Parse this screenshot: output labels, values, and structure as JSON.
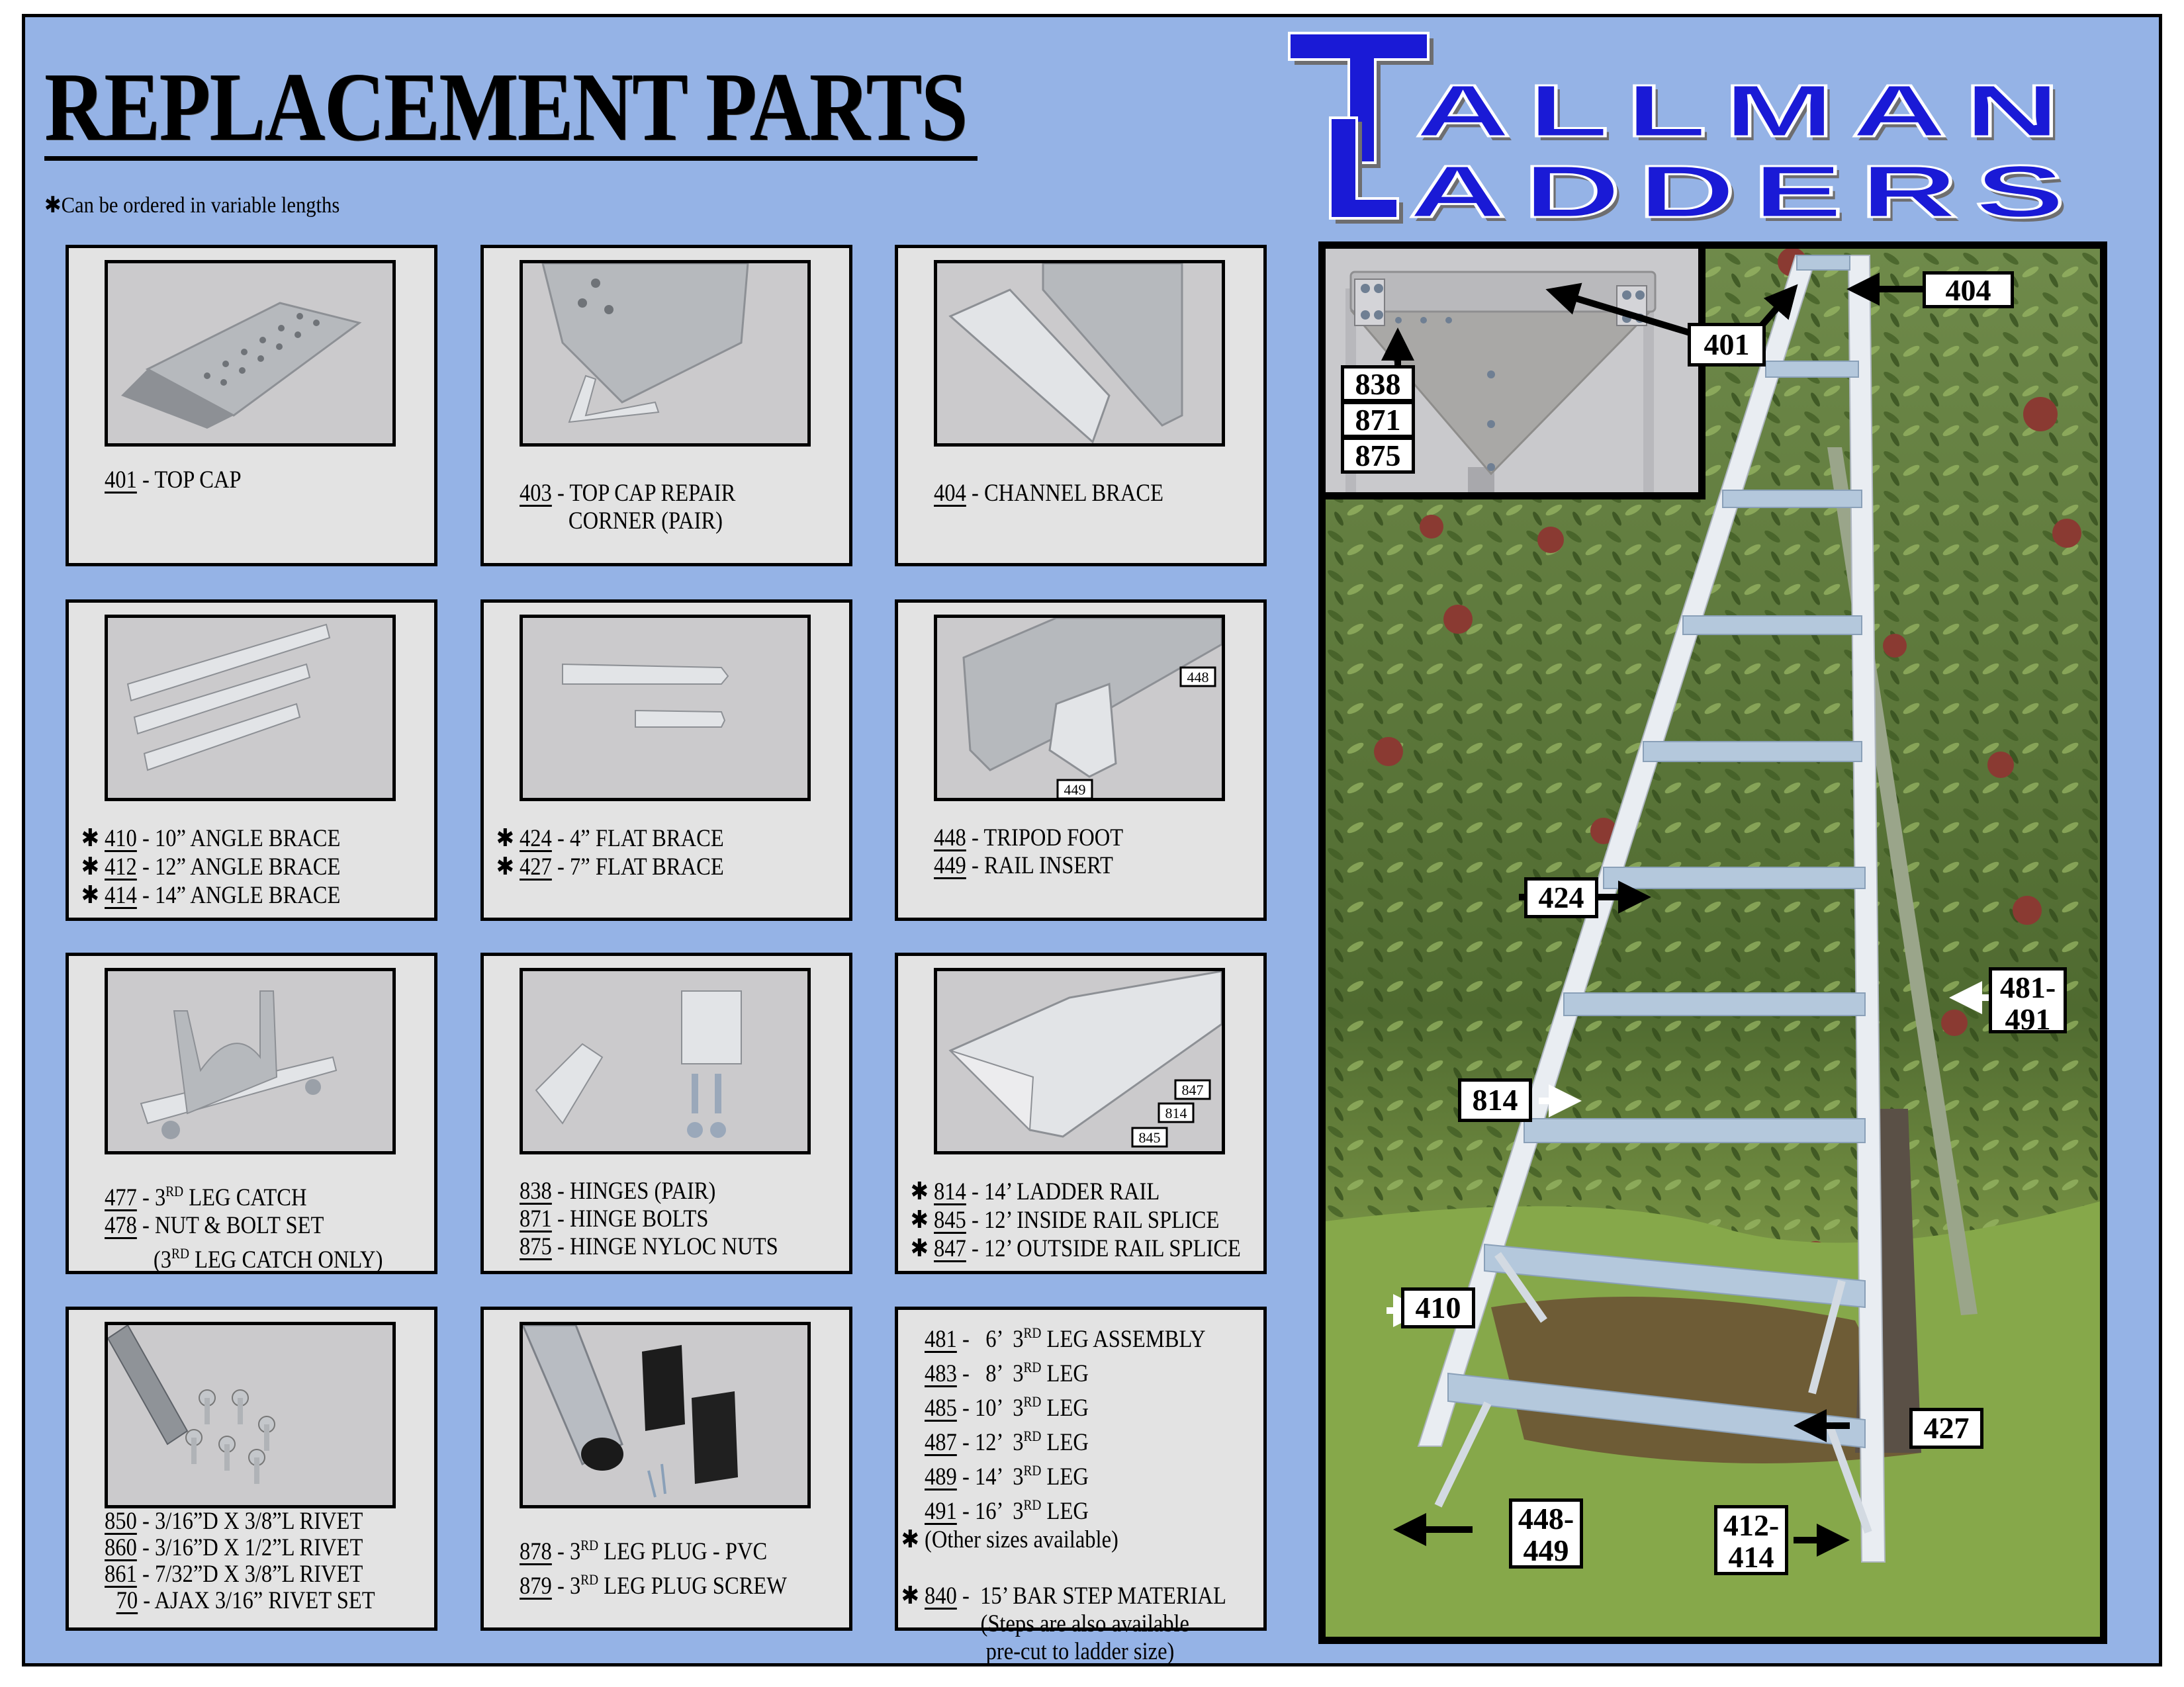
{
  "header": {
    "title": "REPLACEMENT PARTS",
    "note_icon": "asterisk-icon",
    "note_symbol": "✱",
    "note_text": "Can be ordered in variable lengths"
  },
  "logo": {
    "line1_initial": "T",
    "line1_rest": "ALLMAN",
    "line2_initial": "L",
    "line2_rest": "ADDERS",
    "brand_color": "#1a1ad6",
    "shadow_color": "#6e6e70"
  },
  "colors": {
    "page_background": "#95b3e6",
    "card_background": "#e3e3e3",
    "border": "#000000"
  },
  "cards": [
    {
      "id": "card-401",
      "image": "top-cap-photo",
      "lines": [
        {
          "star": false,
          "num": "401",
          "text": " - TOP CAP"
        }
      ]
    },
    {
      "id": "card-403",
      "image": "top-cap-repair-corner-photo",
      "lines": [
        {
          "star": false,
          "num": "403",
          "text": " - TOP CAP REPAIR"
        },
        {
          "star": false,
          "num": "",
          "text": "CORNER (PAIR)",
          "indent": true
        }
      ]
    },
    {
      "id": "card-404",
      "image": "channel-brace-photo",
      "lines": [
        {
          "star": false,
          "num": "404",
          "text": " - CHANNEL BRACE"
        }
      ]
    },
    {
      "id": "card-410",
      "image": "angle-brace-photo",
      "lines": [
        {
          "star": true,
          "num": "410",
          "text": " - 10” ANGLE BRACE"
        },
        {
          "star": true,
          "num": "412",
          "text": " - 12” ANGLE BRACE"
        },
        {
          "star": true,
          "num": "414",
          "text": " - 14” ANGLE BRACE"
        }
      ]
    },
    {
      "id": "card-424",
      "image": "flat-brace-photo",
      "lines": [
        {
          "star": true,
          "num": "424",
          "text": " - 4” FLAT BRACE"
        },
        {
          "star": true,
          "num": "427",
          "text": " - 7” FLAT BRACE"
        }
      ]
    },
    {
      "id": "card-448",
      "image": "tripod-foot-rail-insert-photo",
      "tags": [
        "448",
        "449"
      ],
      "lines": [
        {
          "star": false,
          "num": "448",
          "text": " - TRIPOD FOOT"
        },
        {
          "star": false,
          "num": "449",
          "text": " - RAIL INSERT"
        }
      ]
    },
    {
      "id": "card-477",
      "image": "leg-catch-photo",
      "lines": [
        {
          "star": false,
          "num": "477",
          "pre": " - 3",
          "sup": "RD",
          "text": " LEG CATCH"
        },
        {
          "star": false,
          "num": "478",
          "text": " - NUT & BOLT SET"
        },
        {
          "star": false,
          "num": "",
          "pre": "(3",
          "sup": "RD",
          "text": " LEG CATCH ONLY)",
          "indent": true
        }
      ]
    },
    {
      "id": "card-838",
      "image": "hinges-photo",
      "lines": [
        {
          "star": false,
          "num": "838",
          "text": " - HINGES (PAIR)"
        },
        {
          "star": false,
          "num": "871",
          "text": " - HINGE BOLTS"
        },
        {
          "star": false,
          "num": "875",
          "text": " - HINGE NYLOC NUTS"
        }
      ]
    },
    {
      "id": "card-814",
      "image": "ladder-rail-splice-photo",
      "tags": [
        "847",
        "814",
        "845"
      ],
      "lines": [
        {
          "star": true,
          "num": "814",
          "text": " - 14’ LADDER RAIL"
        },
        {
          "star": true,
          "num": "845",
          "text": " - 12’ INSIDE RAIL SPLICE"
        },
        {
          "star": true,
          "num": "847",
          "text": " - 12’ OUTSIDE RAIL SPLICE"
        }
      ]
    },
    {
      "id": "card-850",
      "image": "rivets-photo",
      "lines": [
        {
          "star": false,
          "num": "850",
          "text": " - 3/16”D X 3/8”L RIVET"
        },
        {
          "star": false,
          "num": "860",
          "text": " - 3/16”D X 1/2”L RIVET"
        },
        {
          "star": false,
          "num": "861",
          "text": " - 7/32”D X 3/8”L RIVET"
        },
        {
          "star": false,
          "num": "70",
          "text": " - AJAX 3/16” RIVET SET",
          "pad": true
        }
      ]
    },
    {
      "id": "card-878",
      "image": "leg-plug-photo",
      "lines": [
        {
          "star": false,
          "num": "878",
          "pre": " - 3",
          "sup": "RD",
          "text": " LEG PLUG - PVC"
        },
        {
          "star": false,
          "num": "879",
          "pre": " - 3",
          "sup": "RD",
          "text": " LEG PLUG SCREW"
        }
      ]
    },
    {
      "id": "card-481",
      "image": null,
      "lines": [
        {
          "star": false,
          "num": "481",
          "pre": " -   6’  3",
          "sup": "RD",
          "text": " LEG ASSEMBLY"
        },
        {
          "star": false,
          "num": "483",
          "pre": " -   8’  3",
          "sup": "RD",
          "text": " LEG"
        },
        {
          "star": false,
          "num": "485",
          "pre": " - 10’  3",
          "sup": "RD",
          "text": " LEG"
        },
        {
          "star": false,
          "num": "487",
          "pre": " - 12’  3",
          "sup": "RD",
          "text": " LEG"
        },
        {
          "star": false,
          "num": "489",
          "pre": " - 14’  3",
          "sup": "RD",
          "text": " LEG"
        },
        {
          "star": false,
          "num": "491",
          "pre": " - 16’  3",
          "sup": "RD",
          "text": " LEG"
        },
        {
          "star": true,
          "num": "",
          "text": "(Other sizes available)"
        },
        {
          "star": false,
          "num": "",
          "text": " "
        },
        {
          "star": true,
          "num": "840",
          "text": " -  15’ BAR STEP MATERIAL"
        },
        {
          "star": false,
          "num": "",
          "text": "(Steps are also available",
          "indent2": true
        },
        {
          "star": false,
          "num": "",
          "text": " pre-cut to ladder size)",
          "indent2": true
        }
      ]
    }
  ],
  "photo_panel": {
    "image": "orchard-tripod-ladder-photo",
    "inset_image": "top-cap-hinge-closeup",
    "callouts": [
      {
        "label": "404",
        "arrow": "left"
      },
      {
        "label": "401",
        "arrow": "up"
      },
      {
        "label": "838",
        "arrow": "up"
      },
      {
        "label": "871",
        "arrow": "none"
      },
      {
        "label": "875",
        "arrow": "none"
      },
      {
        "label": "424",
        "arrow": "right"
      },
      {
        "label": "481-\n491",
        "arrow": "left"
      },
      {
        "label": "814",
        "arrow": "right"
      },
      {
        "label": "410",
        "arrow": "right"
      },
      {
        "label": "427",
        "arrow": "left"
      },
      {
        "label": "448-\n449",
        "arrow": "left"
      },
      {
        "label": "412-\n414",
        "arrow": "right"
      }
    ]
  }
}
